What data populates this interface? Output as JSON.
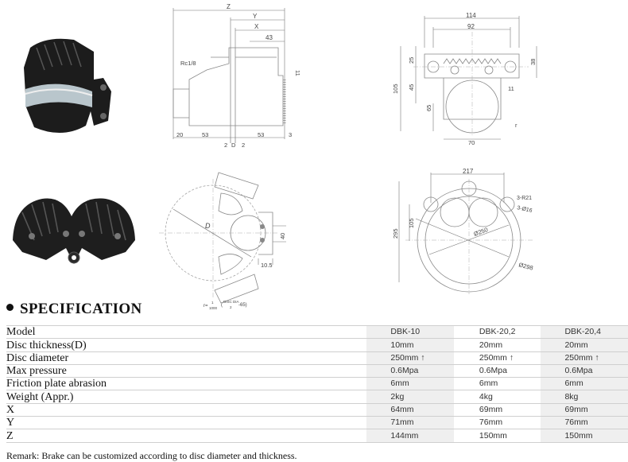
{
  "section_title": "SPECIFICATION",
  "drawings": {
    "side_view": {
      "Z": "Z",
      "Y": "Y",
      "X": "X",
      "d43": "43",
      "port": "Rc1/8",
      "d11": "11",
      "d20": "20",
      "d53a": "53",
      "d2a": "2",
      "D": "D",
      "d2b": "2",
      "d53b": "53",
      "d3": "3"
    },
    "front_view": {
      "d114": "114",
      "d92": "92",
      "d25": "25",
      "d38": "38",
      "d105": "105",
      "d45": "45",
      "d65": "65",
      "d11": "11",
      "d70": "70",
      "r": "r"
    },
    "disc_view": {
      "D": "D",
      "d40": "40",
      "d105": "10.5",
      "formula_lhs": "r=",
      "formula_num": "1",
      "formula_den": "1000",
      "formula_inner_num": "DISC DIA",
      "formula_inner_den": "2",
      "formula_tail": "-65)"
    },
    "double_view": {
      "d217": "217",
      "d295": "295",
      "d105": "105",
      "r21": "3-R21",
      "d16": "3-Ø16",
      "d250": "Ø250",
      "d298": "Ø298"
    }
  },
  "table": {
    "models": [
      "DBK-10",
      "DBK-20,2",
      "DBK-20,4"
    ],
    "rows": [
      {
        "label": "Model",
        "values": [
          "DBK-10",
          "DBK-20,2",
          "DBK-20,4"
        ]
      },
      {
        "label": "Disc thickness(D)",
        "values": [
          "10mm",
          "20mm",
          "20mm"
        ]
      },
      {
        "label": "Disc diameter",
        "values": [
          "250mm ↑",
          "250mm ↑",
          "250mm ↑"
        ]
      },
      {
        "label": "Max pressure",
        "values": [
          "0.6Mpa",
          "0.6Mpa",
          "0.6Mpa"
        ]
      },
      {
        "label": "Friction plate abrasion",
        "values": [
          "6mm",
          "6mm",
          "6mm"
        ]
      },
      {
        "label": "Weight (Appr.)",
        "values": [
          "2kg",
          "4kg",
          "8kg"
        ]
      },
      {
        "label": "X",
        "values": [
          "64mm",
          "69mm",
          "69mm"
        ]
      },
      {
        "label": "Y",
        "values": [
          "71mm",
          "76mm",
          "76mm"
        ]
      },
      {
        "label": "Z",
        "values": [
          "144mm",
          "150mm",
          "150mm"
        ]
      }
    ]
  },
  "remark": "Remark: Brake can be customized according to disc diameter and thickness."
}
